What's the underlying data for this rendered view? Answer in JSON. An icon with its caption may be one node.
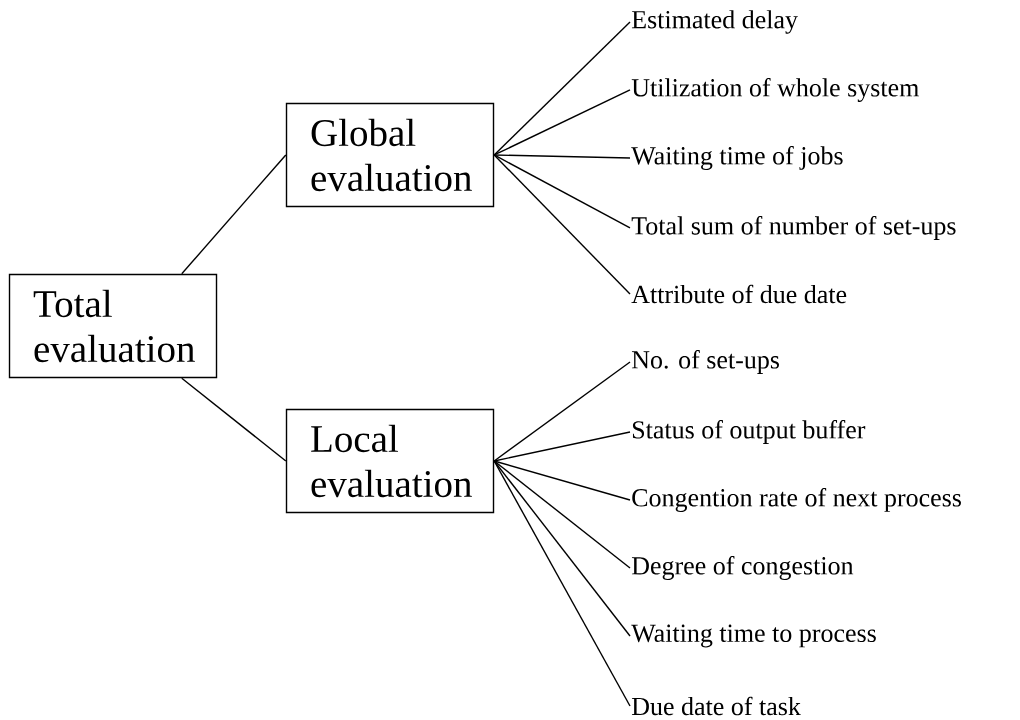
{
  "diagram": {
    "nodes": [
      {
        "text": [
          "Total evaluation"
        ]
      },
      {
        "text": [
          "Global evaluation"
        ]
      },
      {
        "text": [
          "Local evaluation"
        ]
      },
      {
        "text": [
          "Estimated delay"
        ]
      },
      {
        "text": [
          "Utilization of whole system"
        ]
      },
      {
        "text": [
          "Waiting time of jobs"
        ]
      },
      {
        "text": [
          "Total sum of number of set-ups"
        ]
      },
      {
        "text": [
          "Attribute of due date"
        ]
      },
      {
        "text": [
          "No. of set-ups"
        ]
      },
      {
        "text": [
          "Status of output buffer"
        ]
      },
      {
        "text": [
          "Congention rate of next process"
        ]
      },
      {
        "text": [
          "Degree of congestion"
        ]
      },
      {
        "text": [
          "Waiting time to process"
        ]
      },
      {
        "text": [
          "Due date of task"
        ]
      }
    ],
    "edges": [
      {
        "from": 0,
        "to": 1,
        "arrow": "none"
      },
      {
        "from": 0,
        "to": 2,
        "arrow": "none"
      },
      {
        "from": 1,
        "to": 3,
        "arrow": "none"
      },
      {
        "from": 1,
        "to": 4,
        "arrow": "none"
      },
      {
        "from": 1,
        "to": 5,
        "arrow": "none"
      },
      {
        "from": 1,
        "to": 6,
        "arrow": "none"
      },
      {
        "from": 1,
        "to": 7,
        "arrow": "none"
      },
      {
        "from": 2,
        "to": 8,
        "arrow": "none"
      },
      {
        "from": 2,
        "to": 9,
        "arrow": "none"
      },
      {
        "from": 2,
        "to": 10,
        "arrow": "none"
      },
      {
        "from": 2,
        "to": 11,
        "arrow": "none"
      },
      {
        "from": 2,
        "to": 12,
        "arrow": "none"
      },
      {
        "from": 2,
        "to": 13,
        "arrow": "none"
      }
    ]
  }
}
